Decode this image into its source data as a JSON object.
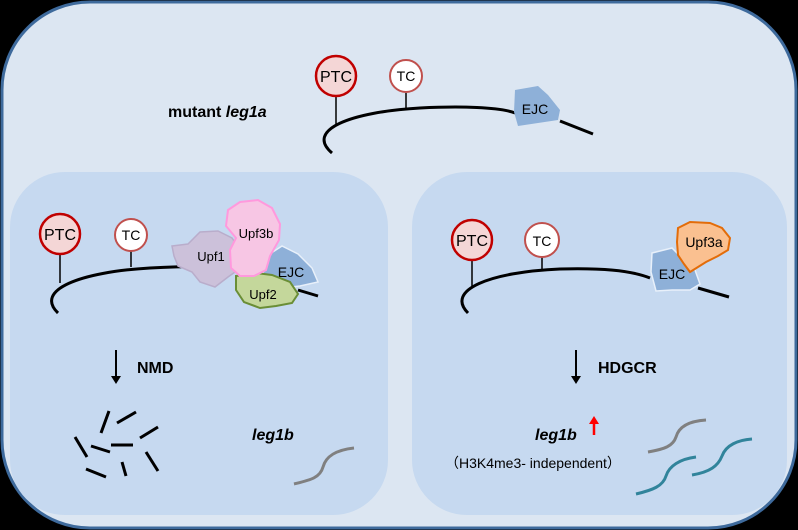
{
  "colors": {
    "outer_fill": "#dce6f2",
    "outer_stroke": "#3e6a9c",
    "panel_fill": "#c6d9f0",
    "ptc_fill": "#f4d6d6",
    "ptc_stroke": "#c00000",
    "tc_fill": "#ffffff",
    "tc_stroke": "#c0504d",
    "ejc_fill": "#8eb0d8",
    "upf1_fill": "#ccc1da",
    "upf3b_fill": "#f7c6e4",
    "upf3b_stroke": "#ff99dd",
    "upf2_fill": "#c4d79b",
    "upf2_stroke": "#6a8e36",
    "upf3a_fill": "#fac090",
    "upf3a_stroke": "#e36c09",
    "red_arrow": "#ff0000",
    "gray_mrna": "#808080",
    "teal_mrna": "#31849b"
  },
  "top": {
    "label_prefix": "mutant ",
    "label_gene": "leg1a",
    "ptc": "PTC",
    "tc": "TC",
    "ejc": "EJC"
  },
  "left_panel": {
    "ptc": "PTC",
    "tc": "TC",
    "upf1": "Upf1",
    "upf3b": "Upf3b",
    "upf2": "Upf2",
    "ejc": "EJC",
    "pathway": "NMD",
    "gene": "leg1b"
  },
  "right_panel": {
    "ptc": "PTC",
    "tc": "TC",
    "upf3a": "Upf3a",
    "ejc": "EJC",
    "pathway": "HDGCR",
    "gene": "leg1b",
    "up_arrow": "↑",
    "note": "（H3K4me3- independent）"
  }
}
